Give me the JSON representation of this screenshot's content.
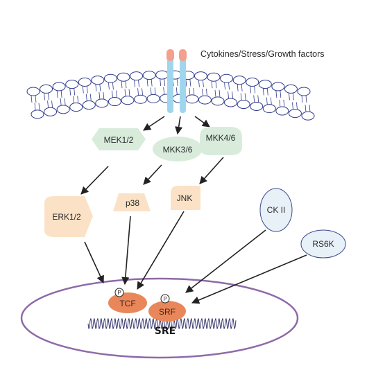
{
  "receptor_label": "Cytokines/Stress/Growth factors",
  "nodes": {
    "mek12": "MEK1/2",
    "mkk36": "MKK3/6",
    "mkk46": "MKK4/6",
    "erk12": "ERK1/2",
    "p38": "p38",
    "jnk": "JNK",
    "ck2": "CK II",
    "rs6k": "RS6K",
    "tcf": "TCF",
    "srf": "SRF",
    "sre": "SRE",
    "phospho_tcf": "P",
    "phospho_srf": "P"
  },
  "colors": {
    "membrane": "#2e3a8c",
    "receptor_pink": "#f4a08c",
    "receptor_blue": "#9fd6ee",
    "kinase_green": "#d9ecdc",
    "mapk_peach": "#fbe2c6",
    "mapk_peach_edge": "#f5cfa4",
    "ck_blue": "#e8f0f8",
    "ck_edge": "#3b4a8a",
    "nucleus": "#8e6aa8",
    "tf_orange": "#e9875a",
    "dna": "#3a3a70",
    "arrow": "#222222"
  }
}
